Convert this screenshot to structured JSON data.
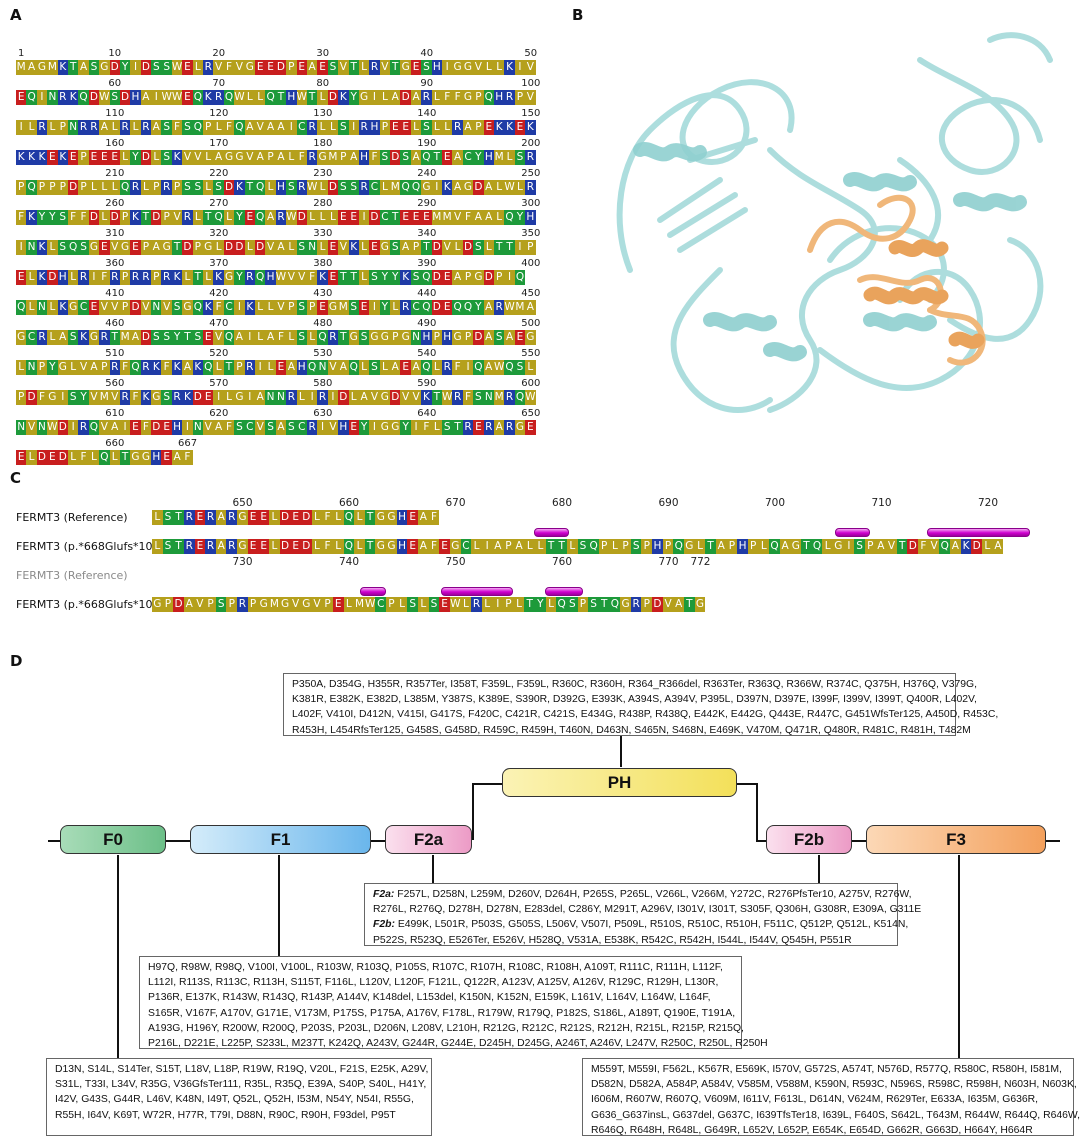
{
  "labels": {
    "a": "A",
    "b": "B",
    "c": "C",
    "d": "D"
  },
  "panel_a": {
    "rows": [
      {
        "nums": [
          "1",
          "10",
          "20",
          "30",
          "40",
          "50"
        ],
        "seq": "MAGMKTASGDYIDSSWELRVFVGEEDPEAESVTLRVTGESHIGGVLLKIV"
      },
      {
        "nums": [
          "60",
          "70",
          "80",
          "90",
          "100"
        ],
        "seq": "EQINRKQDWSDHAIWWEQKRQWLLQTHWTLDKYGILADARLFFGPQHRPV"
      },
      {
        "nums": [
          "110",
          "120",
          "130",
          "140",
          "150"
        ],
        "seq": "ILRLPNRRALRLRASFSQPLFQAVAAICRLLSIRHPEELSLLRAPEKKEK"
      },
      {
        "nums": [
          "160",
          "170",
          "180",
          "190",
          "200"
        ],
        "seq": "KKKEKEPEEELYDLSKVVLAGGVAPALFRGMPAHFSDSAQTEACYHMLSR"
      },
      {
        "nums": [
          "210",
          "220",
          "230",
          "240",
          "250"
        ],
        "seq": "PQPPPDPLLLQRLPRPSSLSDKTQLHSRWLDSSRCLMQQGIKAGDALWLR"
      },
      {
        "nums": [
          "260",
          "270",
          "280",
          "290",
          "300"
        ],
        "seq": "FKYYSFFDLDPKTDPVRLTQLYEQARWDLLLEEIDCTEEEMMVFAALQYH"
      },
      {
        "nums": [
          "310",
          "320",
          "330",
          "340",
          "350"
        ],
        "seq": "INKLSQSGEVGEPAGTDPGLDDLDVALSNLEVKLEGSAPTDVLDSLTTIP"
      },
      {
        "nums": [
          "360",
          "370",
          "380",
          "390",
          "400"
        ],
        "seq": "ELKDHLRIFRPRRPRKLTLKGYRQHWVVFKETTLSYYKSQDEAPGDPIQ"
      },
      {
        "nums": [
          "410",
          "420",
          "430",
          "440",
          "450"
        ],
        "seq": "QLNLKGCEVVPDVNVSGQKFCIKLLVPSPEGMSEIYLRCQDEQQYARWMA"
      },
      {
        "nums": [
          "460",
          "470",
          "480",
          "490",
          "500"
        ],
        "seq": "GCRLASKGRTMADSSYTSEVQAILAFLSLQRTGSGGPGNHPHGPDASAEG"
      },
      {
        "nums": [
          "510",
          "520",
          "530",
          "540",
          "550"
        ],
        "seq": "LNPYGLVAPRFQRKFKAKQLTPRILEAHQNVAQLSLAEAQLRFIQAWQSL"
      },
      {
        "nums": [
          "560",
          "570",
          "580",
          "590",
          "600"
        ],
        "seq": "PDFGISYVMVRFKGSRKDEILGIANNRLIRIDLAVGDVVKTWRFSNMRQW"
      },
      {
        "nums": [
          "610",
          "620",
          "630",
          "640",
          "650"
        ],
        "seq": "NVNWDIRQVAIEFDEHINVAFSCVSASCRIVHEYIGGYIFLSTRERARGE"
      },
      {
        "nums": [
          "660",
          "667"
        ],
        "seq": "ELDEDLFLQLTGGHEAF"
      }
    ]
  },
  "panel_c": {
    "label_ref": "FERMT3 (Reference)",
    "label_mut": "FERMT3 (p.*668Glufs*106)",
    "label_ref2": "FERMT3 (Reference)",
    "label_mut2": "FERMT3 (p.*668Glufs*106)",
    "ref_seq": "LSTRERARGEELDEDLFLQLTGGHEAF",
    "mut_seq1": "LSTRERARGEELDEDLFLQLTGGHEAFEGCLIAPALLTTLSQPLPSPHPQGLTAPHPLQAGTQLGISPAVTDFVQAKDLA",
    "mut_seq2": "GPDAVPSPRPGMGVGVPELMWCPLSLSEWLRLIPLTYLQSPSTQGRPDVATG",
    "top_nums": [
      "650",
      "660",
      "670",
      "680",
      "690",
      "700",
      "710",
      "720"
    ],
    "bottom_nums": [
      "730",
      "740",
      "750",
      "760",
      "770",
      "772"
    ]
  },
  "panel_d": {
    "domains": {
      "f0": "F0",
      "f1": "F1",
      "f2a": "F2a",
      "ph": "PH",
      "f2b": "F2b",
      "f3": "F3"
    },
    "ph_box": [
      "P350A, D354G, H355R, R357Ter, I358T, F359L, F359L, R360C, R360H, R364_R366del, R363Ter, R363Q, R366W, R374C, Q375H, H376Q, V379G,",
      "K381R, E382K, E382D, L385M, Y387S, K389E, S390R, D392G, E393K, A394S, A394V, P395L, D397N, D397E, I399F, I399V, I399T, Q400R, L402V,",
      "L402F, V410I, D412N, V415I, G417S, F420C, C421R, C421S, E434G, R438P, R438Q, E442K, E442G, Q443E, R447C, G451WfsTer125, A450D, R453C,",
      "R453H, L454RfsTer125, G458S, G458D, R459C, R459H, T460N, D463N, S465N, S468N, E469K, V470M, Q471R, Q480R, R481C, R481H, T482M"
    ],
    "f2_box": {
      "f2a_label": "F2a:",
      "f2b_label": "F2b:",
      "line1": " F257L, D258N, L259M, D260V, D264H, P265S, P265L, V266L, V266M, Y272C, R276PfsTer10, A275V, R276W,",
      "line2": "R276L, R276Q, D278H, D278N, E283del, C286Y, M291T, A296V, I301V, I301T, S305F, Q306H, G308R, E309A, G311E",
      "line3": " E499K, L501R, P503S, G505S, L506V, V507I, P509L, R510S, R510C, R510H, F511C, Q512P, Q512L, K514N,",
      "line4": "P522S, R523Q, E526Ter, E526V, H528Q, V531A, E538K, R542C, R542H, I544L, I544V, Q545H, P551R"
    },
    "f1_box": [
      "H97Q, R98W, R98Q, V100I, V100L, R103W, R103Q, P105S, R107C, R107H, R108C, R108H, A109T, R111C, R111H, L112F,",
      "L112I, R113S, R113C, R113H, S115T, F116L, L120V, L120F, F121L, Q122R, A123V, A125V, A126V, R129C, R129H, L130R,",
      "P136R, E137K, R143W, R143Q, R143P, A144V, K148del, L153del, K150N, K152N, E159K, L161V, L164V, L164W, L164F,",
      "S165R, V167F, A170V, G171E, V173M, P175S, P175A, A176V, F178L, R179W, R179Q, P182S, S186L, A189T, Q190E, T191A,",
      "A193G, H196Y, R200W, R200Q, P203S, P203L, D206N, L208V, L210H, R212G, R212C, R212S, R212H, R215L, R215P, R215Q,",
      "P216L, D221E, L225P, S233L, M237T, K242Q, A243V, G244R, G244E, D245H, D245G, A246T, A246V, L247V, R250C, R250L, R250H"
    ],
    "f0_box": [
      "D13N, S14L, S14Ter, S15T, L18V, L18P, R19W, R19Q, V20L, F21S, E25K, A29V,",
      "S31L, T33I, L34V, R35G, V36GfsTer111, R35L, R35Q, E39A, S40P, S40L, H41Y,",
      "I42V, G43S, G44R, L46V, K48N, I49T, Q52L, Q52H, I53M, N54Y, N54I, R55G,",
      "R55H, I64V, K69T, W72R, H77R, T79I, D88N, R90C, R90H, F93del, P95T"
    ],
    "f3_box": [
      "M559T, M559I, F562L, K567R, E569K, I570V, G572S, A574T, N576D, R577Q, R580C, R580H, I581M,",
      "D582N, D582A, A584P, A584V, V585M, V588M, K590N, R593C, N596S, R598C, R598H, N603H, N603K,",
      "I606M, R607W, R607Q, V609M, I611V, F613L, D614N, V624M, R629Ter, E633A, I635M, G636R,",
      "G636_G637insL, G637del, G637C, I639TfsTer18, I639L, F640S, S642L, T643M, R644W, R644Q, R646W,",
      "R646Q, R648H, R648L, G649R, L652V, L652P, E654K, E654D, G662R, G663D, H664Y, H664R"
    ],
    "colors": {
      "f0": "#7fc99a",
      "f1": "#7fc1ee",
      "f2": "#f0a8cc",
      "ph": "#f5e66a",
      "f3": "#f5a564"
    }
  }
}
